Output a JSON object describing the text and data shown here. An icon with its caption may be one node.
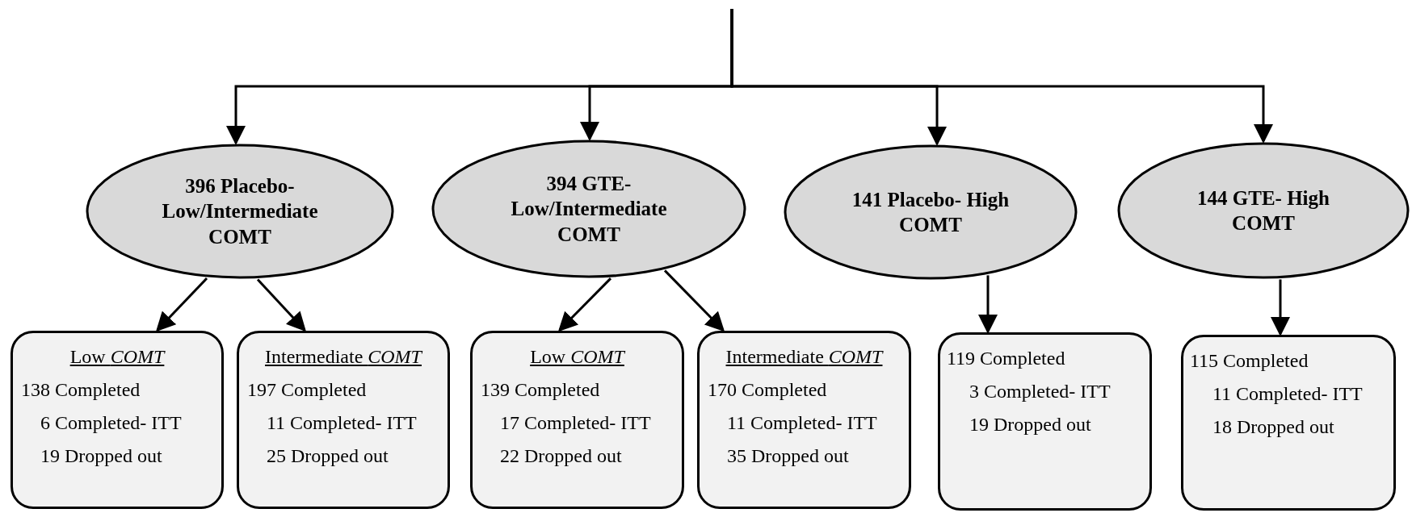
{
  "diagram": {
    "nodes": [
      {
        "text": [
          "396 Placebo- Low/Intermediate COMT"
        ]
      },
      {
        "text": [
          "394 GTE- Low/Intermediate COMT"
        ]
      },
      {
        "text": [
          "141 Placebo- High COMT"
        ]
      },
      {
        "text": [
          "144 GTE- High COMT"
        ]
      },
      {
        "text": [
          "Low *COMT*",
          "138 Completed",
          "6 Completed- ITT",
          "19 Dropped out"
        ]
      },
      {
        "text": [
          "Intermediate *COMT*",
          "197 Completed",
          "11 Completed- ITT",
          "25 Dropped out"
        ]
      },
      {
        "text": [
          "Low *COMT*",
          "139 Completed",
          "17 Completed- ITT",
          "22 Dropped out"
        ]
      },
      {
        "text": [
          "Intermediate *COMT*",
          "170 Completed",
          "11 Completed- ITT",
          "35 Dropped out"
        ]
      },
      {
        "text": [
          "119 Completed",
          "3 Completed- ITT",
          "19 Dropped out"
        ]
      },
      {
        "text": [
          "115 Completed",
          "11 Completed- ITT",
          "18 Dropped out"
        ]
      }
    ],
    "edges": [
      {
        "from": null,
        "to": 0,
        "arrow": "to"
      },
      {
        "from": null,
        "to": 1,
        "arrow": "to"
      },
      {
        "from": null,
        "to": 2,
        "arrow": "to"
      },
      {
        "from": null,
        "to": 3,
        "arrow": "to"
      },
      {
        "from": 0,
        "to": 4,
        "arrow": "to"
      },
      {
        "from": 0,
        "to": 5,
        "arrow": "to"
      },
      {
        "from": 1,
        "to": 6,
        "arrow": "to"
      },
      {
        "from": 1,
        "to": 7,
        "arrow": "to"
      },
      {
        "from": 2,
        "to": 8,
        "arrow": "to"
      },
      {
        "from": 3,
        "to": 9,
        "arrow": "to"
      }
    ]
  }
}
